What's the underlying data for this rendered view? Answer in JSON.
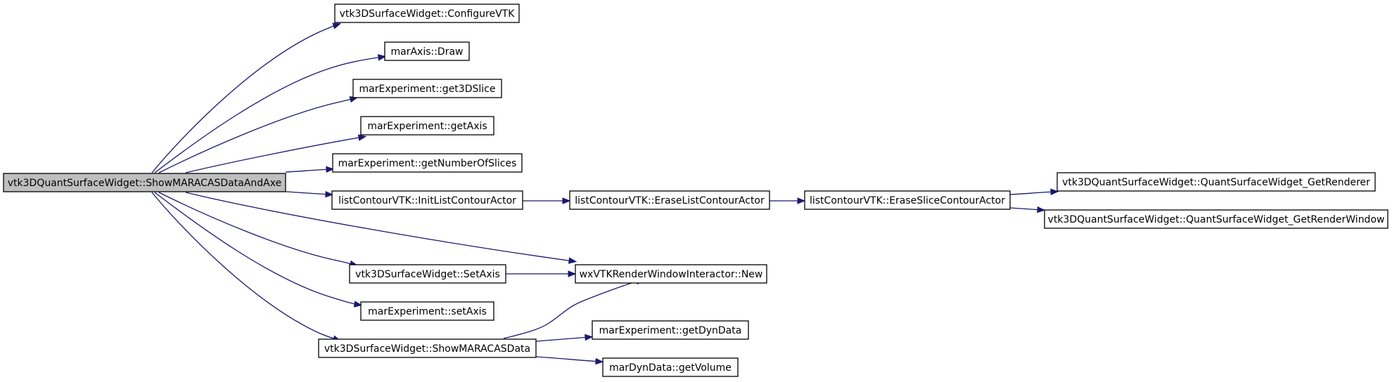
{
  "diagram": {
    "type": "call-graph",
    "colors": {
      "edge": "#191970",
      "root_fill": "#bfbfbf",
      "node_fill": "#ffffff",
      "node_border": "#000000"
    },
    "nodes": [
      {
        "id": "root",
        "label": "vtk3DQuantSurfaceWidget::ShowMARACASDataAndAxe",
        "root": true
      },
      {
        "id": "configure",
        "label": "vtk3DSurfaceWidget::ConfigureVTK"
      },
      {
        "id": "axisdraw",
        "label": "marAxis::Draw"
      },
      {
        "id": "get3dslice",
        "label": "marExperiment::get3DSlice"
      },
      {
        "id": "getaxis",
        "label": "marExperiment::getAxis"
      },
      {
        "id": "getnumslices",
        "label": "marExperiment::getNumberOfSlices"
      },
      {
        "id": "initlist",
        "label": "listContourVTK::InitListContourActor"
      },
      {
        "id": "eraselist",
        "label": "listContourVTK::EraseListContourActor"
      },
      {
        "id": "eraseslice",
        "label": "listContourVTK::EraseSliceContourActor"
      },
      {
        "id": "getrenderer",
        "label": "vtk3DQuantSurfaceWidget::QuantSurfaceWidget_GetRenderer"
      },
      {
        "id": "getrenderwindow",
        "label": "vtk3DQuantSurfaceWidget::QuantSurfaceWidget_GetRenderWindow"
      },
      {
        "id": "setaxis_sw",
        "label": "vtk3DSurfaceWidget::SetAxis"
      },
      {
        "id": "wxnew",
        "label": "wxVTKRenderWindowInteractor::New"
      },
      {
        "id": "setaxis_exp",
        "label": "marExperiment::setAxis"
      },
      {
        "id": "showdata",
        "label": "vtk3DSurfaceWidget::ShowMARACASData"
      },
      {
        "id": "getdyndata",
        "label": "marExperiment::getDynData"
      },
      {
        "id": "getvolume",
        "label": "marDynData::getVolume"
      }
    ],
    "edges": [
      {
        "from": "root",
        "to": "configure"
      },
      {
        "from": "root",
        "to": "axisdraw"
      },
      {
        "from": "root",
        "to": "get3dslice"
      },
      {
        "from": "root",
        "to": "getaxis"
      },
      {
        "from": "root",
        "to": "getnumslices"
      },
      {
        "from": "root",
        "to": "initlist"
      },
      {
        "from": "root",
        "to": "wxnew"
      },
      {
        "from": "root",
        "to": "setaxis_sw"
      },
      {
        "from": "root",
        "to": "setaxis_exp"
      },
      {
        "from": "root",
        "to": "showdata"
      },
      {
        "from": "initlist",
        "to": "eraselist"
      },
      {
        "from": "eraselist",
        "to": "eraseslice"
      },
      {
        "from": "eraseslice",
        "to": "getrenderer"
      },
      {
        "from": "eraseslice",
        "to": "getrenderwindow"
      },
      {
        "from": "setaxis_sw",
        "to": "wxnew"
      },
      {
        "from": "showdata",
        "to": "wxnew"
      },
      {
        "from": "showdata",
        "to": "getdyndata"
      },
      {
        "from": "showdata",
        "to": "getvolume"
      }
    ]
  }
}
